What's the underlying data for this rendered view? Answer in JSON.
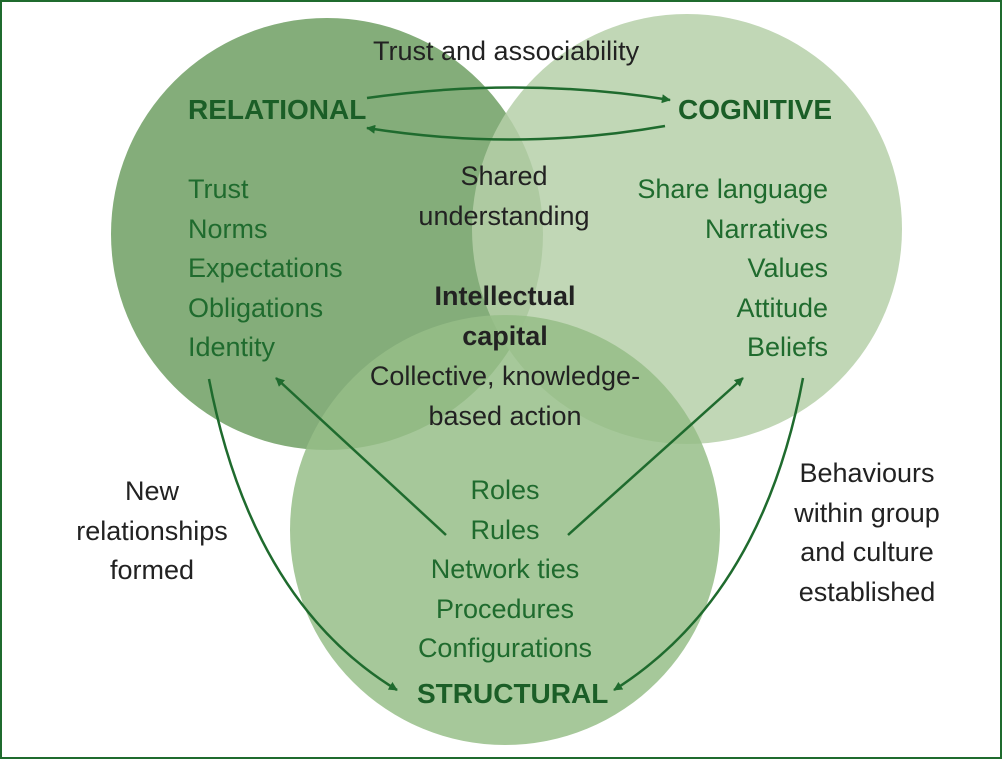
{
  "circles": {
    "relational": {
      "title": "RELATIONAL",
      "items": [
        "Trust",
        "Norms",
        "Expectations",
        "Obligations",
        "Identity"
      ]
    },
    "cognitive": {
      "title": "COGNITIVE",
      "items": [
        "Share language",
        "Narratives",
        "Values",
        "Attitude",
        "Beliefs"
      ]
    },
    "structural": {
      "title": "STRUCTURAL",
      "items": [
        "Roles",
        "Rules",
        "Network ties",
        "Procedures",
        "Configurations"
      ]
    }
  },
  "links": {
    "relational_cognitive_top": "Trust and associability",
    "relational_cognitive_mid": [
      "Shared",
      "understanding"
    ],
    "relational_structural": [
      "New",
      "relationships",
      "formed"
    ],
    "cognitive_structural": [
      "Behaviours",
      "within group",
      "and culture",
      "established"
    ]
  },
  "center": {
    "title": [
      "Intellectual",
      "capital"
    ],
    "subtitle": [
      "Collective, knowledge-",
      "based action"
    ]
  },
  "colors": {
    "border": "#1f6b2e",
    "relational_fill": "#6f9f63",
    "cognitive_fill": "#b6d0a9",
    "structural_fill": "#97be88",
    "text_green": "#1f6b2e",
    "arrow": "#1f6b2e"
  }
}
